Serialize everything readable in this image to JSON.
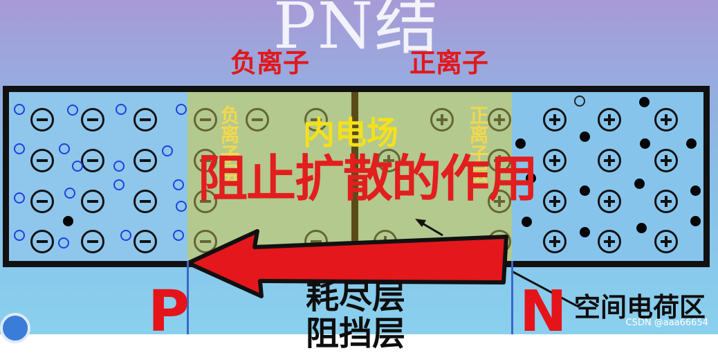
{
  "title": "PN结",
  "labels": {
    "negative_ions": "负离子",
    "positive_ions": "正离子",
    "depletion_left_vertical": "负离子层",
    "depletion_right_vertical": "正离子层",
    "inner_field": "内电场",
    "blocking_effect": "阻止扩散的作用",
    "p_side": "P",
    "n_side": "N",
    "depletion_layer": "耗尽层",
    "blocking_layer": "阻挡层",
    "space_charge_region": "空间电荷区"
  },
  "watermark": "CSDN @aaa66654",
  "colors": {
    "p_region": "#8ec6ec",
    "n_region": "#86c4ec",
    "depletion": "#b3c98e",
    "arrow": "#e3171c",
    "ion_label": "#e0181c",
    "inner_field": "#f5e01a"
  }
}
